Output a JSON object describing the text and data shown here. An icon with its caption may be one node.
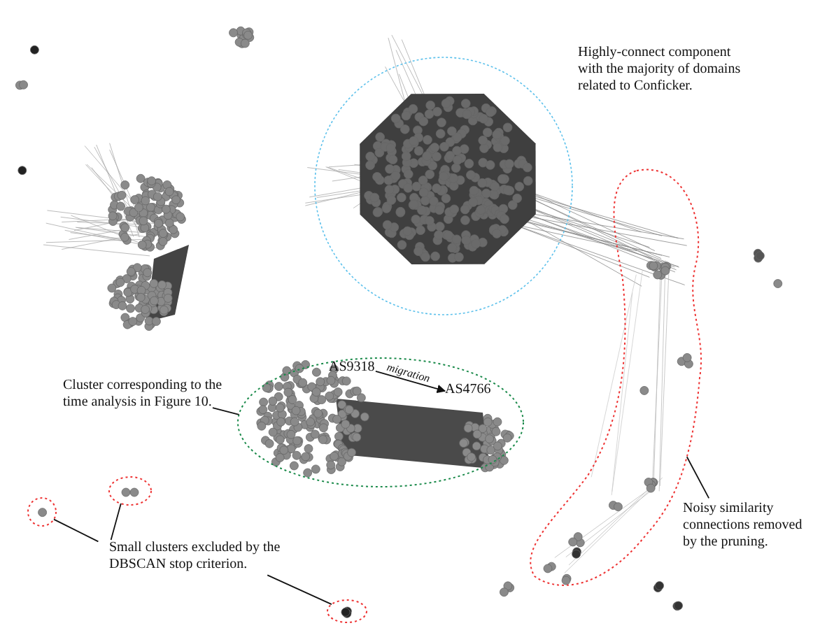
{
  "diagram": {
    "nodes": [
      {
        "text": [
          "Cluster corresponding to the time analysis in Figure 10."
        ]
      },
      {
        "text": [],
        "shape": "circle"
      },
      {
        "text": [
          "AS9318"
        ],
        "in": 1
      },
      {
        "text": [
          "AS4766"
        ],
        "in": 1
      },
      {
        "text": [
          "Small clusters excluded by the DBSCAN stop criterion."
        ]
      },
      {
        "text": [],
        "shape": "circle"
      },
      {
        "text": [],
        "shape": "circle"
      },
      {
        "text": [],
        "shape": "circle"
      },
      {
        "text": [
          "Noisy similarity connections removed by the pruning."
        ]
      },
      {
        "text": [],
        "shape": "outline"
      }
    ],
    "edges": [
      {
        "from": 0,
        "to": 1,
        "arrow": "none"
      },
      {
        "from": 2,
        "to": 3,
        "arrow": "to",
        "label": "migration"
      },
      {
        "from": 4,
        "to": 5,
        "arrow": "none"
      },
      {
        "from": 4,
        "to": 6,
        "arrow": "none"
      },
      {
        "from": 4,
        "to": 7,
        "arrow": "none"
      },
      {
        "from": 8,
        "to": 9,
        "arrow": "none"
      }
    ],
    "labels": [
      "Highly-connect component with the majority of domains related to Conficker."
    ]
  }
}
